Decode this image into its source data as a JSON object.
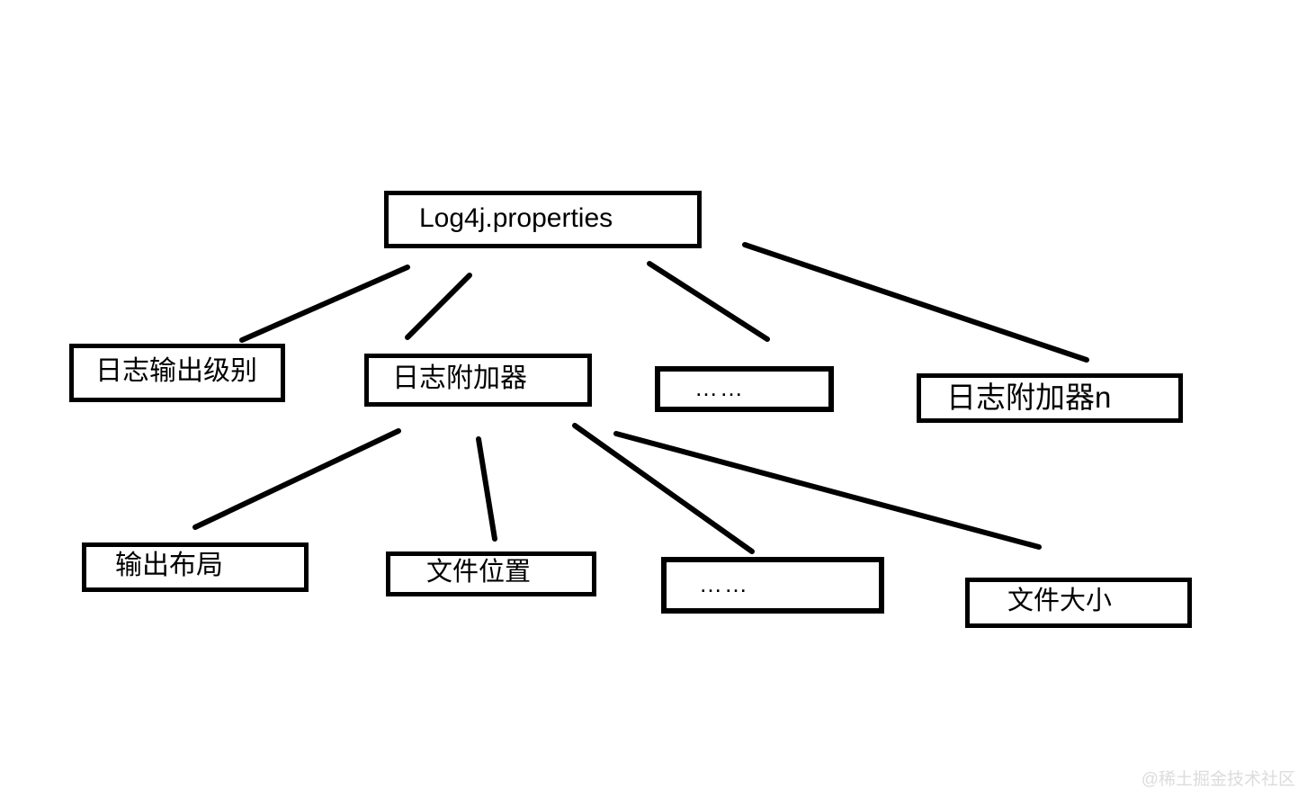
{
  "diagram": {
    "type": "tree",
    "background_color": "#ffffff",
    "box_border_color": "#000000",
    "line_color": "#000000",
    "text_color": "#000000",
    "nodes": {
      "root": {
        "label": "Log4j.properties"
      },
      "log_level": {
        "label": "日志输出级别"
      },
      "appender": {
        "label": "日志附加器"
      },
      "appender_ellipsis": {
        "label": "……"
      },
      "appender_n": {
        "label": "日志附加器n"
      },
      "output_layout": {
        "label": "输出布局"
      },
      "file_location": {
        "label": "文件位置"
      },
      "prop_ellipsis": {
        "label": "……"
      },
      "file_size": {
        "label": "文件大小"
      }
    },
    "edges": [
      {
        "from": "root",
        "to": "log_level"
      },
      {
        "from": "root",
        "to": "appender"
      },
      {
        "from": "root",
        "to": "appender_ellipsis"
      },
      {
        "from": "root",
        "to": "appender_n"
      },
      {
        "from": "appender",
        "to": "output_layout"
      },
      {
        "from": "appender",
        "to": "file_location"
      },
      {
        "from": "appender",
        "to": "prop_ellipsis"
      },
      {
        "from": "appender",
        "to": "file_size"
      }
    ]
  },
  "watermark": {
    "text": "@稀土掘金技术社区",
    "color": "#dcdcdc"
  }
}
